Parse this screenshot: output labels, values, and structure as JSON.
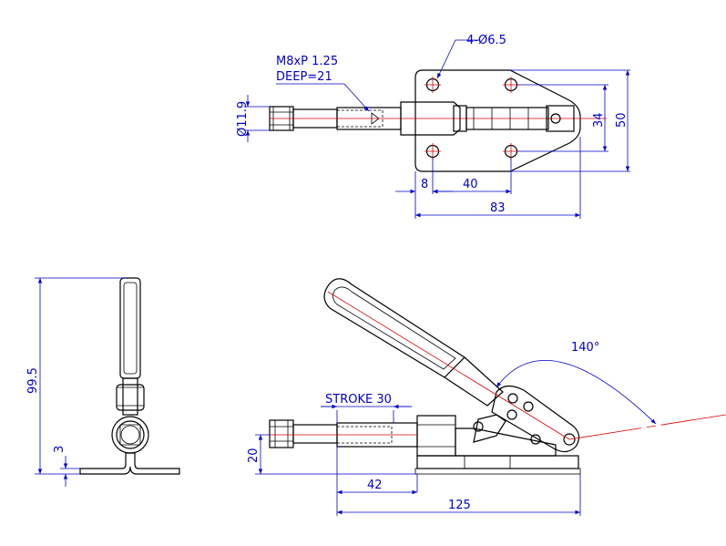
{
  "colors": {
    "dimension": "#0000cc",
    "centerline": "#dd0000",
    "outline": "#000000",
    "background": "#ffffff"
  },
  "top_view": {
    "hole_callout": "4-Ø6.5",
    "thread_callout_line1": "M8xP 1.25",
    "thread_callout_line2": "DEEP=21",
    "shaft_diameter": "Ø11.9",
    "hole_spacing_vertical": "34",
    "base_width": "50",
    "edge_offset": "8",
    "hole_spacing_horizontal": "40",
    "base_length": "83"
  },
  "side_view": {
    "overall_height": "99.5",
    "base_thickness": "3"
  },
  "front_view": {
    "stroke": "STROKE 30",
    "angle": "140°",
    "height": "20",
    "offset": "42",
    "overall_length": "125"
  }
}
